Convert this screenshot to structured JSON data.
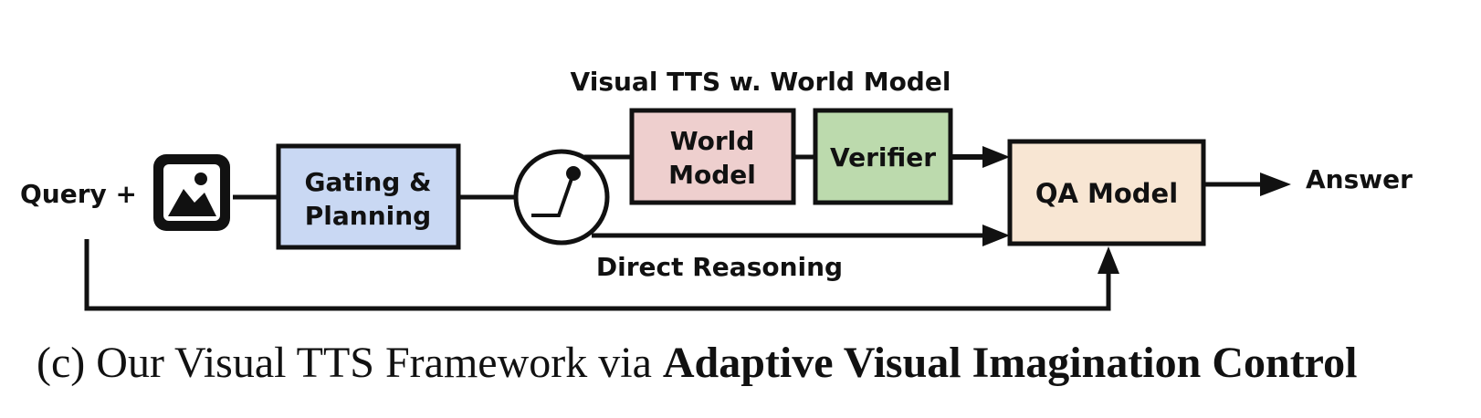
{
  "diagram": {
    "query_label": "Query +",
    "image_icon": "image-icon",
    "gating_line1": "Gating &",
    "gating_line2": "Planning",
    "switch_icon": "switch-icon",
    "branch_title": "Visual TTS w. World Model",
    "world_model_line1": "World",
    "world_model_line2": "Model",
    "verifier_label": "Verifier",
    "direct_label": "Direct Reasoning",
    "qa_model_label": "QA Model",
    "answer_label": "Answer",
    "colors": {
      "gating_fill": "#c9d8f3",
      "world_model_fill": "#eecfce",
      "verifier_fill": "#bcdaad",
      "qa_model_fill": "#f8e6d3",
      "line": "#111111"
    }
  },
  "caption": {
    "prefix": "(c) Our Visual TTS Framework via ",
    "emphasis": "Adaptive Visual Imagination Control"
  }
}
